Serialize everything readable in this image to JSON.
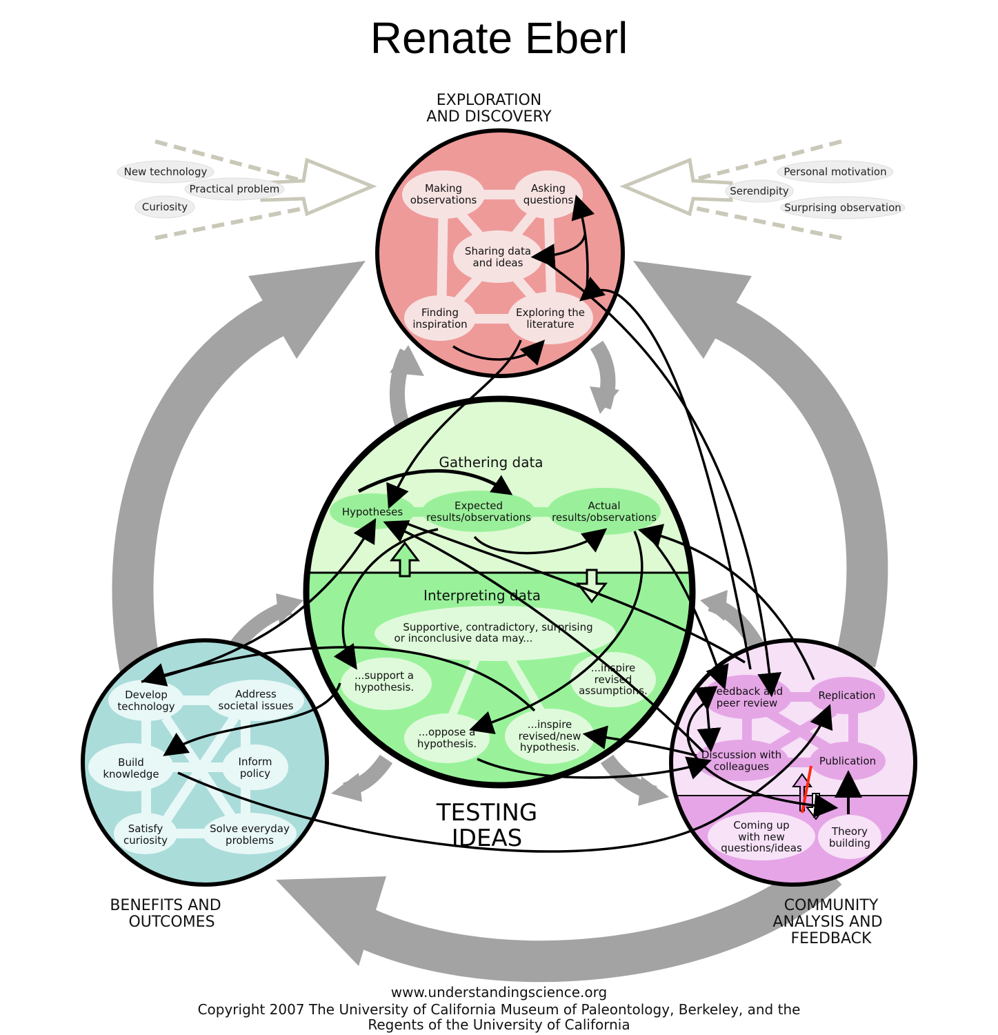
{
  "title": "Renate Eberl",
  "colors": {
    "exploration": "#ee9a99",
    "exploration_node": "#f7e2e2",
    "testing_top": "#ddfad2",
    "testing_bottom": "#99f29a",
    "testing_node": "#dffadb",
    "testing_node_dark": "#9af09a",
    "benefits": "#aadcda",
    "benefits_node": "#e8f8f7",
    "community_top": "#f6e1f6",
    "community_bottom": "#e6a5e7",
    "community_node": "#e5a6e6",
    "community_node_light": "#f7e2f7",
    "cycle_arrow": "#a3a3a3",
    "input_arrow": "#cac8b8",
    "input_bubble": "#eeeeee",
    "highlight": "#ff2a10"
  },
  "sections": {
    "exploration": {
      "title_lines": [
        "EXPLORATION",
        "AND DISCOVERY"
      ],
      "nodes": [
        {
          "id": "making-observations",
          "lines": [
            "Making",
            "observations"
          ]
        },
        {
          "id": "asking-questions",
          "lines": [
            "Asking",
            "questions"
          ]
        },
        {
          "id": "sharing-data",
          "lines": [
            "Sharing data",
            "and ideas"
          ]
        },
        {
          "id": "finding-inspiration",
          "lines": [
            "Finding",
            "inspiration"
          ]
        },
        {
          "id": "exploring-literature",
          "lines": [
            "Exploring the",
            "literature"
          ]
        }
      ]
    },
    "testing": {
      "title_lines": [
        "TESTING",
        "IDEAS"
      ],
      "gathering_title": "Gathering data",
      "interpreting_title": "Interpreting data",
      "gathering_nodes": [
        {
          "id": "hypotheses",
          "lines": [
            "Hypotheses"
          ]
        },
        {
          "id": "expected-results",
          "lines": [
            "Expected",
            "results/observations"
          ]
        },
        {
          "id": "actual-results",
          "lines": [
            "Actual",
            "results/observations"
          ]
        }
      ],
      "interpreting_nodes": [
        {
          "id": "data-may",
          "lines": [
            "Supportive, contradictory, surprising",
            "or inconclusive data may..."
          ]
        },
        {
          "id": "support-hypothesis",
          "lines": [
            "...support a",
            "hypothesis."
          ]
        },
        {
          "id": "inspire-assumptions",
          "lines": [
            "...inspire",
            "revised",
            "assumptions."
          ]
        },
        {
          "id": "oppose-hypothesis",
          "lines": [
            "...oppose a",
            "hypothesis."
          ]
        },
        {
          "id": "inspire-hypothesis",
          "lines": [
            "...inspire",
            "revised/new",
            "hypothesis."
          ]
        }
      ]
    },
    "benefits": {
      "title_lines": [
        "BENEFITS AND",
        "OUTCOMES"
      ],
      "nodes": [
        {
          "id": "develop-technology",
          "lines": [
            "Develop",
            "technology"
          ]
        },
        {
          "id": "address-societal-issues",
          "lines": [
            "Address",
            "societal issues"
          ]
        },
        {
          "id": "build-knowledge",
          "lines": [
            "Build",
            "knowledge"
          ]
        },
        {
          "id": "inform-policy",
          "lines": [
            "Inform",
            "policy"
          ]
        },
        {
          "id": "satisfy-curiosity",
          "lines": [
            "Satisfy",
            "curiosity"
          ]
        },
        {
          "id": "solve-everyday-problems",
          "lines": [
            "Solve everyday",
            "problems"
          ]
        }
      ]
    },
    "community": {
      "title_lines": [
        "COMMUNITY",
        "ANALYSIS AND",
        "FEEDBACK"
      ],
      "nodes": [
        {
          "id": "feedback-peer-review",
          "lines": [
            "Feedback and",
            "peer review"
          ]
        },
        {
          "id": "replication",
          "lines": [
            "Replication"
          ]
        },
        {
          "id": "discussion-colleagues",
          "lines": [
            "Discussion with",
            "colleagues"
          ]
        },
        {
          "id": "publication",
          "lines": [
            "Publication"
          ]
        },
        {
          "id": "coming-up-questions",
          "lines": [
            "Coming up",
            "with new",
            "questions/ideas"
          ]
        },
        {
          "id": "theory-building",
          "lines": [
            "Theory",
            "building"
          ]
        }
      ]
    }
  },
  "inputs_left": [
    "New technology",
    "Practical problem",
    "Curiosity"
  ],
  "inputs_right": [
    "Personal motivation",
    "Serendipity",
    "Surprising observation"
  ],
  "footer": {
    "url": "www.understandingscience.org",
    "copyright_line1": "Copyright 2007 The University of California Museum of Paleontology, Berkeley, and the",
    "copyright_line2": "Regents of the University of California"
  }
}
